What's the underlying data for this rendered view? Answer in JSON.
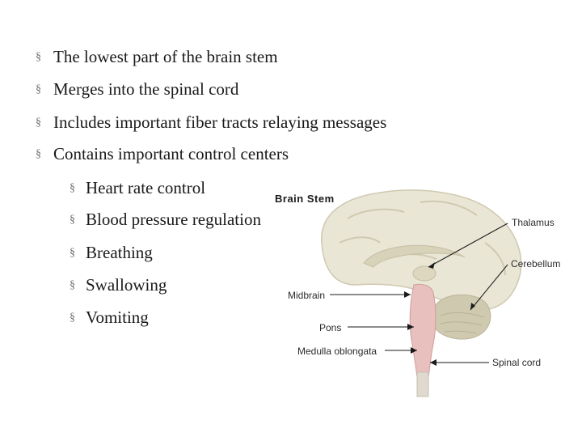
{
  "slide": {
    "bullets": [
      "The lowest part of the brain stem",
      "Merges into the spinal cord",
      "Includes important fiber tracts relaying messages",
      "Contains important control centers"
    ],
    "sub_bullets": [
      "Heart rate control",
      "Blood pressure regulation",
      "Breathing",
      "Swallowing",
      "Vomiting"
    ],
    "bullet_glyph": "§"
  },
  "diagram": {
    "title": "Brain Stem",
    "labels": {
      "thalamus": "Thalamus",
      "cerebellum": "Cerebellum",
      "midbrain": "Midbrain",
      "pons": "Pons",
      "medulla": "Medulla oblongata",
      "spinal_cord": "Spinal cord"
    },
    "colors": {
      "cortex": "#e9e6d6",
      "cortex_dark": "#d2cdb4",
      "stem": "#e8c0be",
      "cerebellum": "#cfc9b0"
    }
  }
}
